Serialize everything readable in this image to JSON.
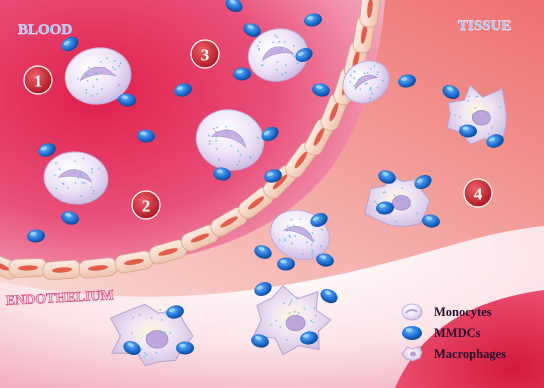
{
  "regions": {
    "blood": "BLOOD",
    "tissue": "TISSUE",
    "endothelium": "ENDOTHELIUM"
  },
  "steps": [
    "1",
    "2",
    "3",
    "4"
  ],
  "legend": {
    "monocytes": "Monocytes",
    "mmdcs": "MMDCs",
    "macrophages": "Macrophages"
  },
  "colors": {
    "blood_deep": "#d8204a",
    "blood_light": "#f5a0b8",
    "tissue": "#f07a78",
    "endothelial_cell": "#f7d8c8",
    "endothelial_nucleus": "#e0503c",
    "monocyte": "#e6dcf2",
    "mmdc": "#1e6fd0",
    "macrophage": "#e4d6ee",
    "step_badge": "#c81e2c"
  }
}
